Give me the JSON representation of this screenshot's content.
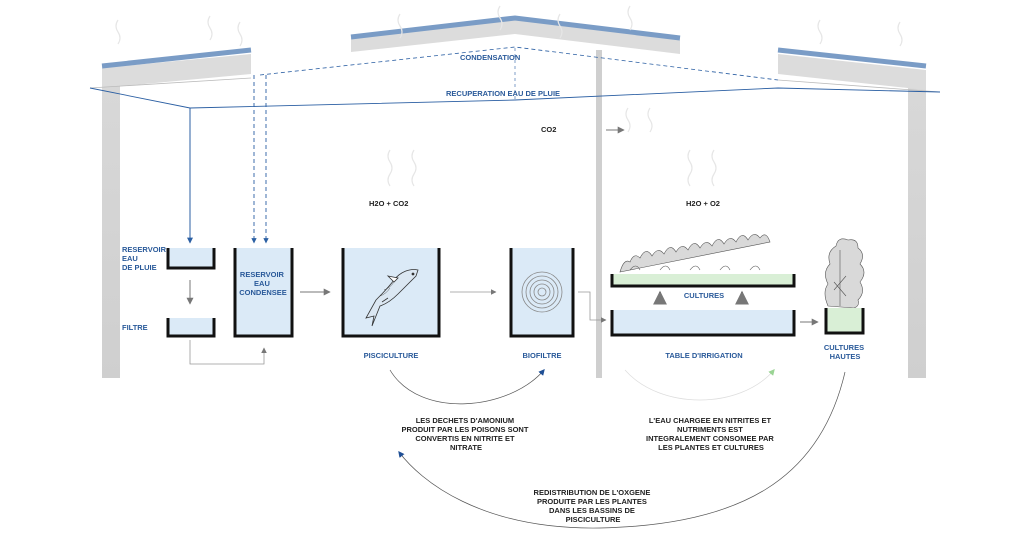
{
  "colors": {
    "blue_label": "#2a5a9a",
    "arrow_blue": "#2b5fa3",
    "arrow_green": "#8fcf8a",
    "tank_fill": "#dbeaf7",
    "roof_blue": "#7a9cc6",
    "wall_grey": "#d9d9d9"
  },
  "labels": {
    "condensation": "CONDENSATION",
    "rain_recovery": "RECUPERATION EAU DE PLUIE",
    "co2": "CO2",
    "h2o_co2": "H2O + CO2",
    "h2o_o2": "H2O + O2",
    "rain_reservoir": [
      "RESERVOIR",
      "EAU",
      "DE PLUIE"
    ],
    "filter": "FILTRE",
    "condensed_reservoir": [
      "RESERVOIR",
      "EAU",
      "CONDENSEE"
    ],
    "fish_farming": "PISCICULTURE",
    "biofilter": "BIOFILTRE",
    "cultures": "CULTURES",
    "irrigation_table": "TABLE D'IRRIGATION",
    "tall_cultures": [
      "CULTURES",
      "HAUTES"
    ]
  },
  "notes": {
    "ammonium": [
      "LES DECHETS D'AMONIUM",
      "PRODUIT PAR LES POISONS SONT",
      "CONVERTIS EN NITRITE ET",
      "NITRATE"
    ],
    "nitrite_water": [
      "L'EAU CHARGEE EN NITRITES ET",
      "NUTRIMENTS EST",
      "INTEGRALEMENT CONSOMEE PAR",
      "LES PLANTES ET CULTURES"
    ],
    "oxygen": [
      "REDISTRIBUTION DE L'OXGENE",
      "PRODUITE PAR LES PLANTES",
      "DANS LES BASSINS DE",
      "PISCICULTURE"
    ]
  }
}
